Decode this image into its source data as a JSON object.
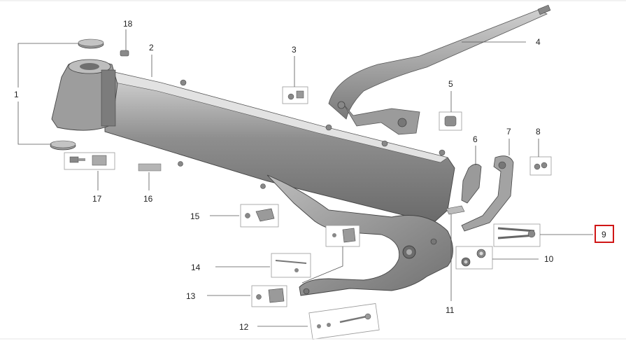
{
  "callouts": {
    "c1": "1",
    "c2": "2",
    "c3": "3",
    "c4": "4",
    "c5": "5",
    "c6": "6",
    "c7": "7",
    "c8": "8",
    "c9": "9",
    "c10": "10",
    "c11": "11",
    "c12": "12",
    "c13": "13",
    "c14": "14",
    "c15": "15",
    "c16": "16",
    "c17": "17",
    "c18": "18"
  },
  "highlighted_callout": "9",
  "colors": {
    "highlight": "#d01616",
    "part_dark": "#6b6b6b",
    "part_mid": "#9a9a9a",
    "part_light": "#c9c9c9"
  }
}
